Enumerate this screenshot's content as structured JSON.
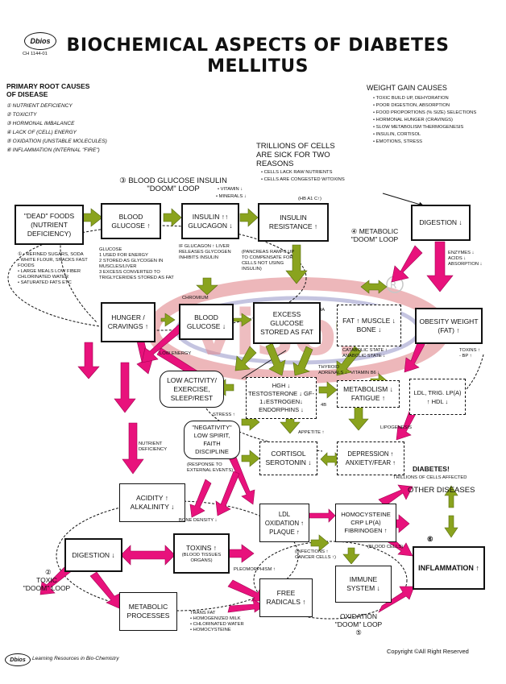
{
  "header": {
    "logo": "Dbios",
    "code": "CH 1144-01",
    "title_line1": "BIOCHEMICAL ASPECTS OF DIABETES",
    "title_line2": "MELLITUS"
  },
  "root_causes": {
    "heading_line1": "PRIMARY ROOT CAUSES",
    "heading_line2": "OF DISEASE",
    "items": [
      "① NUTRIENT DEFICIENCY",
      "② TOXICITY",
      "③ HORMONAL IMBALANCE",
      "④ LACK OF (CELL) ENERGY",
      "⑤ OXIDATION (UNSTABLE MOLECULES)",
      "⑥ INFLAMMATION (INTERNAL \"FIRE\")"
    ]
  },
  "weight_gain": {
    "heading": "WEIGHT GAIN CAUSES",
    "items": [
      "• TOXIC BUILD UP, DEHYDRATION",
      "• POOR DIGESTION, ABSORPTION",
      "• FOOD PROPORTIONS (% SIZE) SELECTIONS",
      "• HORMONAL HUNGER (CRAVINGS)",
      "• SLOW METABOLISM THERMOGENESIS",
      "• INSULIN, CORTISOL",
      "• EMOTIONS, STRESS"
    ]
  },
  "cells_sick": {
    "line1": "TRILLIONS OF CELLS",
    "line2": "ARE SICK FOR TWO",
    "line3": "REASONS",
    "reasons": [
      "• CELLS LACK RAW NUTRIENTS",
      "• CELLS ARE CONGESTED W/TOXINS"
    ]
  },
  "loop3": {
    "line1": "③ BLOOD GLUCOSE INSULIN",
    "line2": "\"DOOM\" LOOP",
    "vitamin": "• VITAMIN ↓",
    "minerals": "• MINERALS ↓"
  },
  "loop4": {
    "line1": "④  METABOLIC",
    "line2": "\"DOOM\" LOOP"
  },
  "loop2": {
    "line1": "TOXIC",
    "line2": "\"DOOM\" LOOP",
    "num": "②"
  },
  "loop5": {
    "line1": "OXIDATION",
    "line2": "\"DOOM\" LOOP",
    "num": "⑤"
  },
  "boxes": {
    "dead_foods": "\"DEAD\" FOODS (NUTRIENT DEFICIENCY)",
    "blood_glucose_up": "BLOOD GLUCOSE ↑",
    "insulin_glucagon": "INSULIN ↑↑ GLUCAGON ↓",
    "insulin_resistance": "INSULIN RESISTANCE ↑",
    "digestion_top": "DIGESTION ↓",
    "hunger": "HUNGER / CRAVINGS ↑",
    "blood_glucose_down": "BLOOD GLUCOSE ↓",
    "excess_glucose": "EXCESS GLUCOSE STORED AS FAT",
    "fat_muscle_bone": "FAT ↑ MUSCLE ↓ BONE ↓",
    "obesity": "OBESITY WEIGHT (FAT) ↑",
    "low_activity": "LOW ACTIVITY/ EXERCISE, SLEEP/REST",
    "hgh": "HGH ↓ TESTOSTERONE ↓ GF-1↓ESTROGEN↓ ENDORPHINS ↓",
    "metabolism": "METABOLISM ↓ FATIGUE ↑",
    "ldl_trig": "LDL, TRIG. Lp(a) ↑ HDL ↓",
    "negativity": "\"NEGATIVITY\" LOW SPIRIT, FAITH DISCIPLINE",
    "cortisol": "CORTISOL SEROTONIN ↓",
    "depression": "DEPRESSION ↑ ANXIETY/FEAR ↑",
    "acidity": "ACIDITY ↑ ALKALINITY ↓",
    "digestion_bottom": "DIGESTION ↓",
    "toxins": "TOXINS ↑",
    "toxins_sub": "(BLOOD TISSUES ORGANS)",
    "ldl_oxidation": "LDL OXIDATION ↑ PLAQUE ↑",
    "homocysteine": "HOMOCYSTEINE CRP Lp(a) FIBRINOGEN ↑",
    "inflammation": "INFLAMMATION ↑",
    "metabolic_processes": "METABOLIC PROCESSES",
    "free_radicals": "FREE RADICALS ↑",
    "immune": "IMMUNE SYSTEM ↓"
  },
  "notes": {
    "hba1c": "(HB A1 C↑)",
    "glucose_uses": "GLUCOSE\n1 USED FOR ENERGY\n2 STORED AS GLYCOGEN IN MUSCLES/LIVER\n3 EXCESS CONVERTED TO TRIGLYCERIDES STORED AS FAT",
    "glucagon_note": "IF GLUCAGON ↑ LIVER RELEASES GLYCOGEN INHIBITS INSULIN",
    "pancreas_note": "(PANCREAS RAMPS UP TO COMPENSATE FOR CELLS NOT USING INSULIN)",
    "chromium": "CHROMIUM",
    "foods_list": "① • REFINED SUGARS, SODA\n• WHITE FLOUR, SNACKS FAST FOODS\n• LARGE MEALS LOW FIBER CHLORINATED WATER\n• SATURATED FATS etc",
    "enzymes": "ENZYMES ↓\nACIDS ↓\nABSORPTION ↓",
    "toxins_bp": "TOXINS ↑\n- BP ↑",
    "low_energy": "LOW ENERGY",
    "catabolic": "CATABOLIC STATE ↑\nANABOLIC STATE ↓",
    "thyroid": "THYROID\nADRENALS ↓",
    "vitamin_b6": "VITAMIN B6 ↓",
    "stress": "STRESS ↑",
    "appetite": "APPETITE ↑",
    "lipogenesis": "LIPOGENESIS",
    "nutrient_def": "NUTRIENT\nDEFICIENCY",
    "response": "(RESPONSE TO\nEXTERNAL EVENTS)",
    "diabetes": "DIABETES!",
    "trillions": "TRILLIONS OF CELLS AFFECTED",
    "other_diseases": "OTHER DISEASES",
    "bone_density": "BONE DENSITY ↓",
    "infections": "(INFECTIONS ↑\nCANCER CELLS ↑)",
    "blood_cells": "(BLOOD CELLS)",
    "pleomorphism": "PLEOMORPHISM ↑",
    "trans_fat": "TRANS FAT\n• HOMOGENIZED MILK\n• CHLORINATED WATER\n• HOMOCYSTEINE",
    "num_4a": "4a",
    "num_4b": "4b",
    "num_6": "⑥"
  },
  "watermark": "visol",
  "footer": {
    "logo": "Dbios",
    "left": "Learning Resources in Bio-Chemistry",
    "right": "Copyright ©All Right Reserved"
  },
  "colors": {
    "arrow_pink": "#e8127c",
    "arrow_olive": "#8aa31e",
    "watermark": "#c9252e"
  }
}
